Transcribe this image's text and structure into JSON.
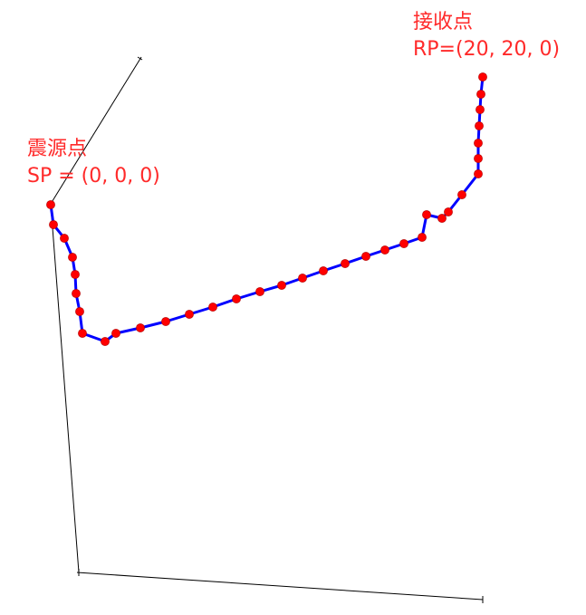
{
  "colors": {
    "background": "#ffffff",
    "axis": "#000000",
    "path_line": "#0000ff",
    "path_point": "#ff0000",
    "label_text": "#ff2a2a"
  },
  "source": {
    "title": "震源点",
    "coords": "SP = (0, 0, 0)"
  },
  "receiver": {
    "title": "接收点",
    "coords": "RP=(20, 20, 0)"
  }
}
